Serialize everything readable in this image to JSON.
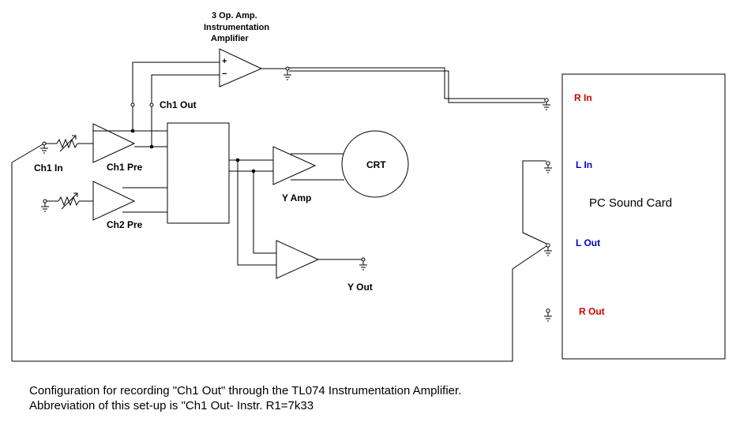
{
  "colors": {
    "line": "#000000",
    "right_channel": "#cc0000",
    "left_channel": "#0000cc",
    "background": "#ffffff"
  },
  "diagram": {
    "inst_amp": {
      "line1": "3 Op. Amp.",
      "line2": "Instrumentation",
      "line3": "Amplifier",
      "plus": "+",
      "minus": "−"
    },
    "labels": {
      "ch1_out": "Ch1 Out",
      "ch1_in": "Ch1 In",
      "ch1_pre": "Ch1 Pre",
      "ch2_pre": "Ch2 Pre",
      "crt": "CRT",
      "y_amp": "Y Amp",
      "y_out": "Y Out"
    },
    "sound_card": {
      "title": "PC Sound Card",
      "r_in": "R In",
      "l_in": "L In",
      "l_out": "L Out",
      "r_out": "R Out"
    }
  },
  "caption": {
    "line1": "Configuration for recording \"Ch1 Out\" through the TL074 Instrumentation Amplifier.",
    "line2": "Abbreviation of this set-up is \"Ch1 Out- Instr. R1=7k33"
  }
}
